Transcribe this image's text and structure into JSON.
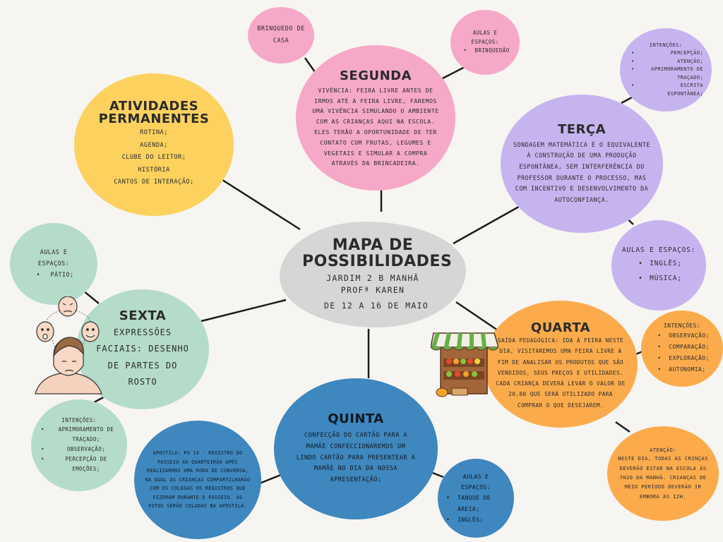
{
  "center": {
    "title": "MAPA DE POSSIBILIDADES",
    "lines": [
      "JARDIM 2 B MANHÃ",
      "PROFª KAREN",
      "DE 12 A 16 DE MAIO"
    ]
  },
  "segunda": {
    "title": "SEGUNDA",
    "text": "VIVÊNCIA: FEIRA LIVRE ANTES DE IRMOS ATÉ A FEIRA LIVRE, FAREMOS UMA VIVÊNCIA SIMULANDO O AMBIENTE COM AS CRIANÇAS AQUI NA ESCOLA. ELES TERÃO A OPORTUNIDADE DE TER CONTATO COM FRUTAS, LEGUMES E VEGETAIS E SIMULAR A COMPRA ATRAVÉS DA BRINCADEIRA."
  },
  "segunda_brinquedo": {
    "text": "BRINQUEDO DE CASA"
  },
  "segunda_aulas": {
    "heading": "AULAS E ESPAÇOS:",
    "items": [
      "BRINQUEDÃO"
    ]
  },
  "terca": {
    "title": "TERÇA",
    "text": "SONDAGEM MATEMÁTICA É O EQUIVALENTE À CONSTRUÇÃO DE UMA PRODUÇÃO ESPONTÂNEA, SEM INTERFERÊNCIA DO PROFESSOR DURANTE O PROCESSO, MAS COM INCENTIVO E DESENVOLVIMENTO DA AUTOCONFIANÇA."
  },
  "terca_intencoes": {
    "heading": "INTENÇÕES:",
    "items": [
      "PERCEPÇÃO;",
      "ATENÇÃO;",
      "APRIMORAMENTO DE TRAÇADO;",
      "ESCRITA ESPONTÂNEA;"
    ]
  },
  "terca_aulas": {
    "heading": "AULAS E ESPAÇOS:",
    "items": [
      "INGLÊS;",
      "MÚSICA;"
    ]
  },
  "atividades": {
    "title": "ATIVIDADES PERMANENTES",
    "items": [
      "ROTINA;",
      "AGENDA;",
      "CLUBE DO LEITOR;",
      "HISTÓRIA",
      "CANTOS DE INTERAÇÃO;"
    ]
  },
  "sexta": {
    "title": "SEXTA",
    "text": "EXPRESSÕES FACIAIS: DESENHO DE PARTES DO ROSTO"
  },
  "sexta_aulas": {
    "heading": "AULAS E ESPAÇOS:",
    "items": [
      "PÁTIO;"
    ]
  },
  "sexta_intencoes": {
    "heading": "INTENÇÕES:",
    "items": [
      "APRIMORAMENTO DE TRAÇADO;",
      "OBSERVAÇÃO;",
      "PERCEPÇÃO DE EMOÇÕES;"
    ]
  },
  "quarta": {
    "title": "QUARTA",
    "text": "SAÍDA PEDAGÓGICA: IDA À FEIRA NESTE DIA, VISITAREMOS UMA FEIRA LIVRE A FIM DE ANALISAR OS PRODUTOS QUE SÃO VENDIDOS, SEUS PREÇOS E UTILIDADES. CADA CRIANÇA DEVERÁ LEVAR O VALOR DE 20,00 QUE SERÁ UTILIZADO PARA COMPRAR O QUE DESEJAREM."
  },
  "quarta_intencoes": {
    "heading": "INTENÇÕES:",
    "items": [
      "OBSERVAÇÃO;",
      "COMPARAÇÃO;",
      "EXPLORAÇÃO;",
      "AUTONOMIA;"
    ]
  },
  "quarta_atencao": {
    "heading": "ATENÇÃO:",
    "text": "NESTE DIA, TODAS AS CRINÇAS DEVERÃO ESTAR NA ESCOLA ÀS 7H20 DA MANHÃ. CRIANÇAS DE MEIO PERÍODO DEVERÃO IR EMBORA ÀS 12H."
  },
  "quinta": {
    "title": "QUINTA",
    "text": "CONFECÇÃO DO CARTÃO PARA A MAMÃE CONFECCIONAREMOS UM LINDO CARTÃO PARA PRESENTEAR A MAMÃE NO DIA DA NOSSA APRESENTAÇÃO;"
  },
  "quinta_apostila": {
    "text": "APOSTILA: PG 14 - REGISTRO DO PASSEIO AO QUARTEIRÃO APÓS REALIZARMOS UMA RODA DE CONVERSA, NA QUAL AS CRIANÇAS COMPARTILHARÃO COM OS COLEGAS OS REGISTROS QUE FIZERAM DURANTE O PASSEIO. AS FOTOS SERÃO COLADAS NA APOSTILA."
  },
  "quinta_aulas": {
    "heading": "AULAS E ESPAÇOS:",
    "items": [
      "TANQUE DE AREIA;",
      "INGLÊS;"
    ]
  },
  "colors": {
    "pink": "#f6a8c8",
    "purple": "#c6b4ef",
    "yellow": "#fcd15e",
    "teal": "#b4dcc9",
    "orange": "#fbab4c",
    "blue": "#3e87bf",
    "center": "#d6d6d6"
  },
  "icons": [
    "market-stall-icon",
    "faces-expressions-icon"
  ]
}
